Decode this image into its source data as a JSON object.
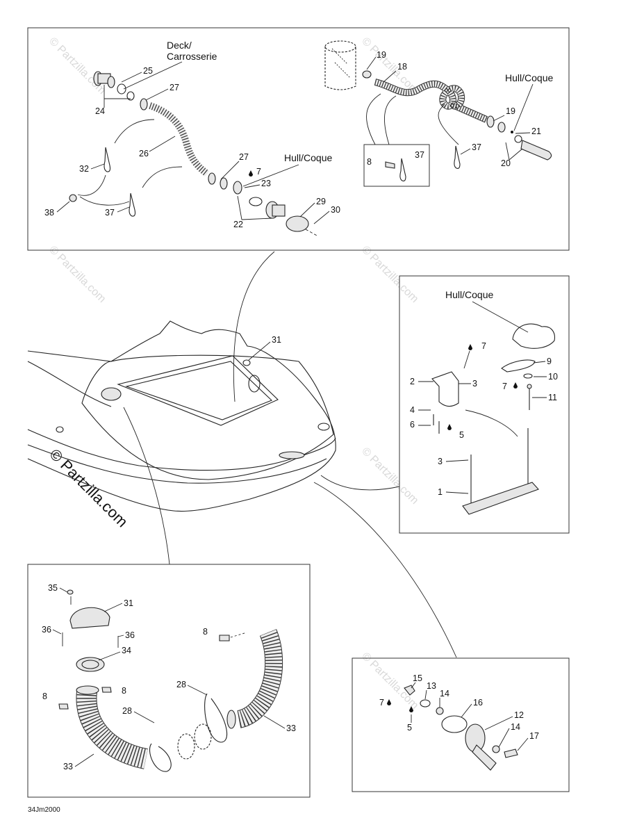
{
  "labels": {
    "deck": "Deck/",
    "carrosserie": "Carrosserie",
    "hull_coque": "Hull/Coque"
  },
  "watermark": {
    "main": "© Partzilla.com",
    "faint": "© Partzilla.com"
  },
  "drawing_code": "34Jm2000",
  "callouts": {
    "top_left": [
      "25",
      "27",
      "24",
      "26",
      "32",
      "38",
      "37",
      "27",
      "7",
      "23",
      "22",
      "29",
      "30"
    ],
    "top_right": [
      "19",
      "18",
      "19",
      "21",
      "20",
      "37",
      "8",
      "37"
    ],
    "main": [
      "31"
    ],
    "right_middle": [
      "7",
      "2",
      "3",
      "4",
      "6",
      "5",
      "9",
      "10",
      "7",
      "11",
      "3",
      "1"
    ],
    "bottom_left": [
      "35",
      "31",
      "36",
      "36",
      "34",
      "8",
      "8",
      "33",
      "28",
      "28",
      "33",
      "8"
    ],
    "bottom_right": [
      "15",
      "13",
      "14",
      "16",
      "12",
      "14",
      "17",
      "7",
      "5"
    ]
  }
}
